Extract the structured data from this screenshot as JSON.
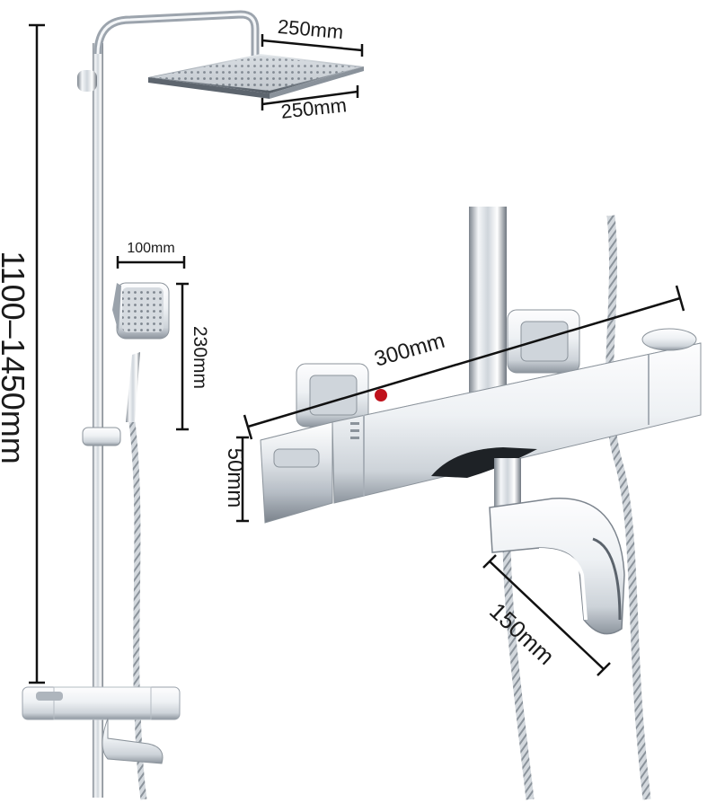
{
  "dimensions": {
    "total_height": "1100–1450mm",
    "rain_head_width": "250mm",
    "rain_head_depth": "250mm",
    "hand_shower_width": "100mm",
    "hand_shower_length": "230mm",
    "valve_length": "300mm",
    "valve_height": "50mm",
    "spout_length": "150mm"
  },
  "colors": {
    "chrome_light": "#f4f6f8",
    "chrome_mid": "#c9cfd6",
    "chrome_dark": "#6b737c",
    "dimension_line": "#111111",
    "hot_indicator": "#c0121c"
  }
}
